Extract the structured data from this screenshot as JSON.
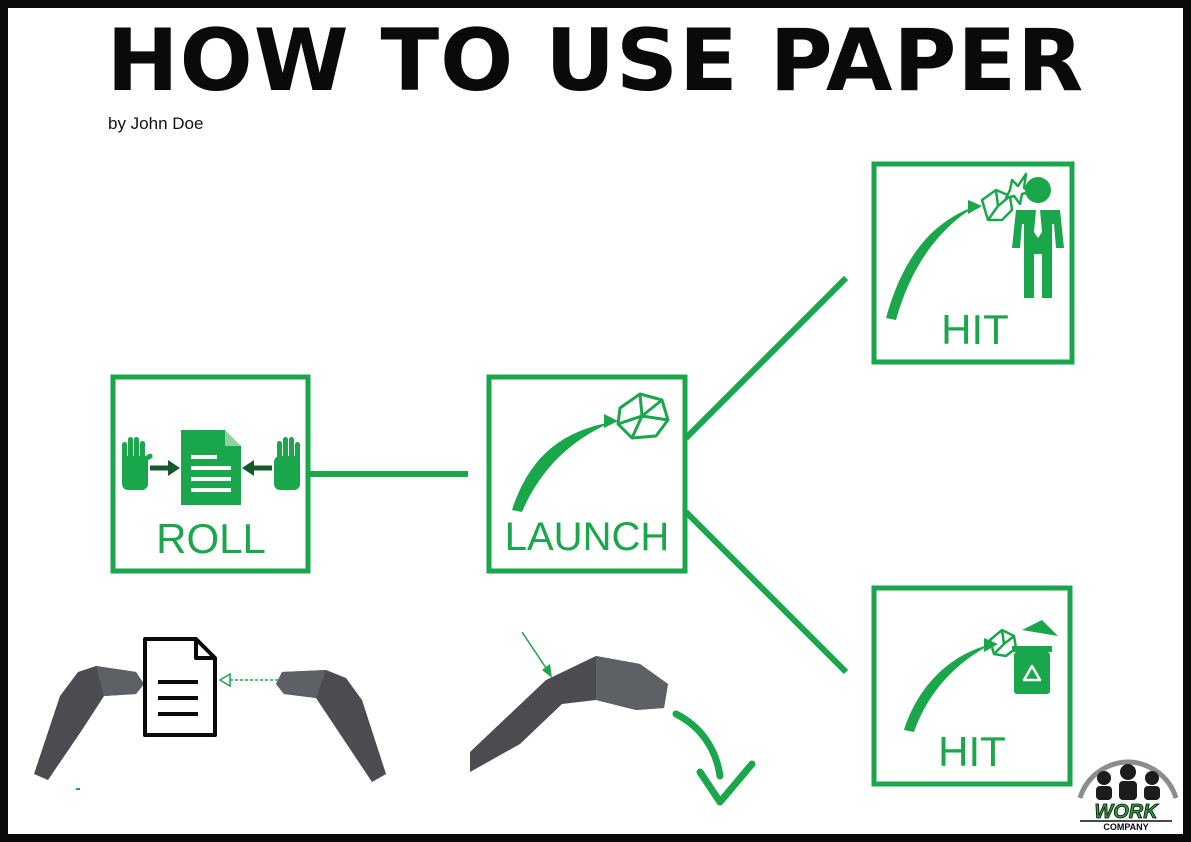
{
  "header": {
    "title": "HOW TO USE PAPER",
    "byline": "by John Doe"
  },
  "steps": {
    "roll": "ROLL",
    "launch": "LAUNCH",
    "hit_person": "HIT",
    "hit_bin": "HIT"
  },
  "logo": {
    "line1": "WORK",
    "line2": "COMPANY"
  },
  "colors": {
    "accent": "#1aa64a",
    "dark_green": "#155a2c",
    "tool_gray": "#4a4c50",
    "ink": "#0a0a0a"
  },
  "icons": [
    "hand-icon",
    "document-icon",
    "crumpled-paper-icon",
    "person-icon",
    "burst-icon",
    "recycle-bin-icon",
    "checkmark-arrow-icon",
    "company-logo-icon"
  ]
}
